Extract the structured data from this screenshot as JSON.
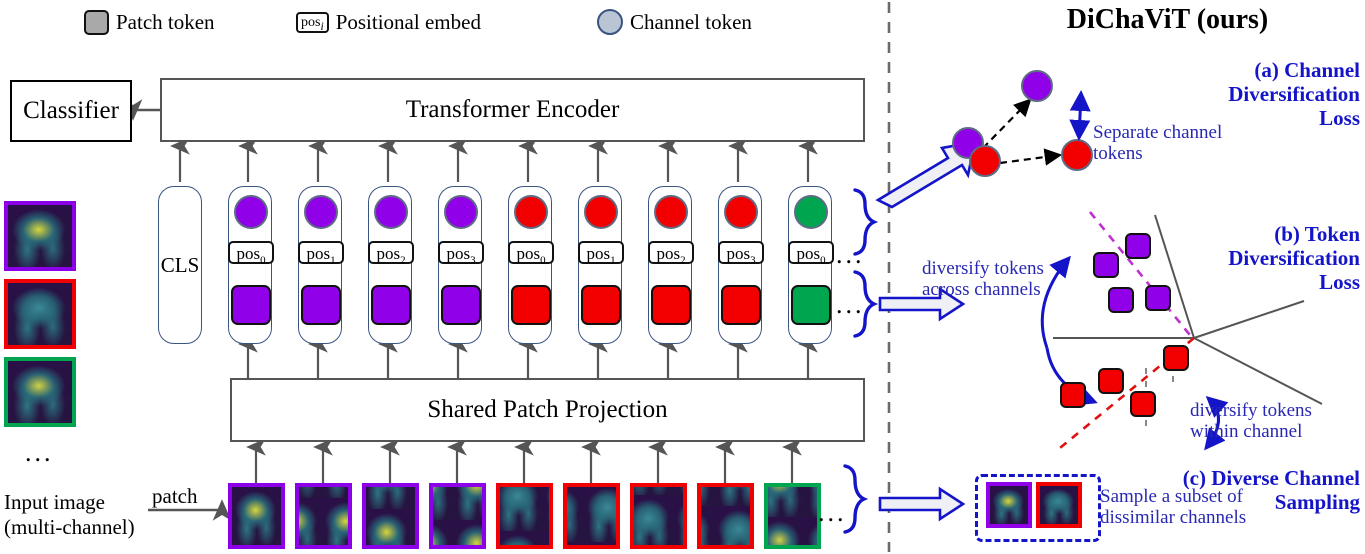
{
  "legend": {
    "items": [
      {
        "icon": "patch-token-square-icon",
        "label": "Patch token"
      },
      {
        "icon": "positional-embed-box-icon",
        "label": "Positional embed",
        "glyph": "pos",
        "sub": "i"
      },
      {
        "icon": "channel-token-circle-icon",
        "label": "Channel token"
      }
    ]
  },
  "header": {
    "right_title": "DiChaViT (ours)"
  },
  "left": {
    "classifier_label": "Classifier",
    "encoder_label": "Transformer Encoder",
    "projection_label": "Shared Patch Projection",
    "cls_label": "CLS",
    "input_label_line1": "Input image",
    "input_label_line2": "(multi-channel)",
    "patch_label": "patch",
    "ellipsis": "...",
    "channel_images": [
      {
        "name": "channel-image-purple",
        "border": "#8B00E8"
      },
      {
        "name": "channel-image-red",
        "border": "#F00000"
      },
      {
        "name": "channel-image-green",
        "border": "#00A550"
      }
    ],
    "tokens": [
      {
        "pos": "pos",
        "sub": "0",
        "color": "#9000E8",
        "channel": "purple"
      },
      {
        "pos": "pos",
        "sub": "1",
        "color": "#9000E8",
        "channel": "purple"
      },
      {
        "pos": "pos",
        "sub": "2",
        "color": "#9000E8",
        "channel": "purple"
      },
      {
        "pos": "pos",
        "sub": "3",
        "color": "#9000E8",
        "channel": "purple"
      },
      {
        "pos": "pos",
        "sub": "0",
        "color": "#F20000",
        "channel": "red"
      },
      {
        "pos": "pos",
        "sub": "1",
        "color": "#F20000",
        "channel": "red"
      },
      {
        "pos": "pos",
        "sub": "2",
        "color": "#F20000",
        "channel": "red"
      },
      {
        "pos": "pos",
        "sub": "3",
        "color": "#F20000",
        "channel": "red"
      },
      {
        "pos": "pos",
        "sub": "0",
        "color": "#00A550",
        "channel": "green"
      }
    ],
    "patch_borders": [
      "#8B00E8",
      "#8B00E8",
      "#8B00E8",
      "#8B00E8",
      "#F00000",
      "#F00000",
      "#F00000",
      "#F00000",
      "#00A550"
    ]
  },
  "right": {
    "panel_a": {
      "title_line1": "(a) Channel",
      "title_line2": "Diversification",
      "title_line3": "Loss",
      "note_line1": "Separate channel",
      "note_line2": "tokens"
    },
    "panel_b": {
      "title_line1": "(b) Token",
      "title_line2": "Diversification",
      "title_line3": "Loss",
      "note1_line1": "diversify tokens",
      "note1_line2": "across channels",
      "note2_line1": "diversify tokens",
      "note2_line2": "within channel"
    },
    "panel_c": {
      "title_line1": "(c) Diverse Channel",
      "title_line2": "Sampling",
      "note_line1": "Sample a subset of",
      "note_line2": "dissimilar channels"
    }
  },
  "colors": {
    "purple": "#9000E8",
    "red": "#F20000",
    "green": "#00A550",
    "blue_text": "#1414c8",
    "blue_arrow": "#1414c8",
    "divider": "#6b6b6b",
    "arrow_gray": "#555555"
  }
}
